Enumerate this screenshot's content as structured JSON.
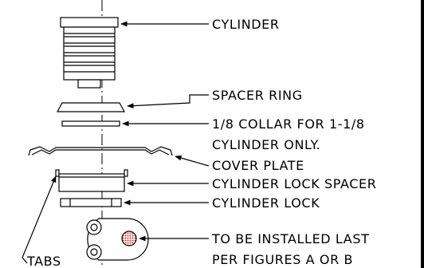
{
  "labels": {
    "cylinder": "CYLINDER",
    "spacer_ring": "SPACER RING",
    "collar_line1": "1/8 COLLAR FOR 1-1/8",
    "collar_line2": "CYLINDER ONLY.",
    "cover_plate": "COVER PLATE",
    "cylinder_lock_spacer": "CYLINDER LOCK SPACER",
    "cylinder_lock": "CYLINDER LOCK",
    "install_line1": "TO BE INSTALLED LAST",
    "install_line2": "PER FIGURES A OR B",
    "tabs": "TABS"
  },
  "colors": {
    "line": "#000000",
    "background": "#ffffff",
    "hatch": "#d62a2a"
  }
}
